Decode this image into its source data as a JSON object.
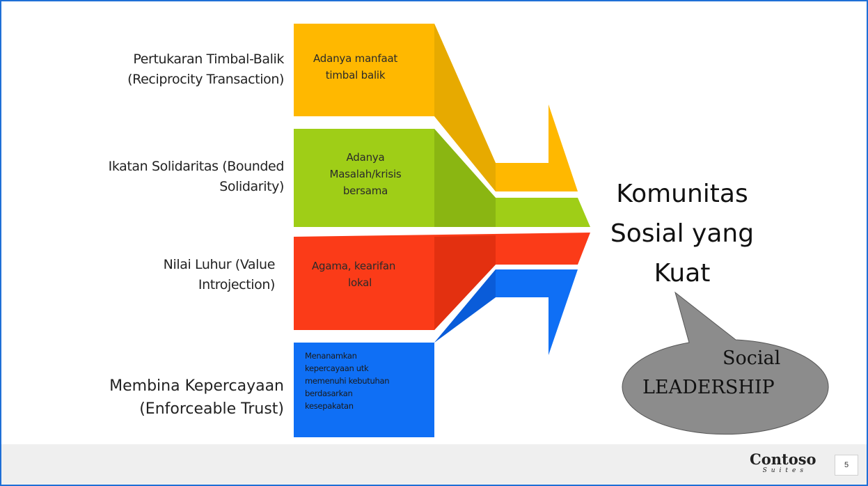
{
  "rows": [
    {
      "label_lines": [
        "Pertukaran Timbal-Balik",
        "(Reciprocity Transaction)"
      ],
      "box_lines": [
        "Adanya manfaat",
        "timbal balik"
      ],
      "color": "#ffb800",
      "shade": "#e4a800"
    },
    {
      "label_lines": [
        "Ikatan Solidaritas (Bounded",
        "Solidarity)"
      ],
      "box_lines": [
        "Adanya",
        "Masalah/krisis",
        "bersama"
      ],
      "color": "#9fce17",
      "shade": "#87b412"
    },
    {
      "label_lines": [
        "Nilai Luhur (Value",
        "Introjection)"
      ],
      "box_lines": [
        "Agama, kearifan",
        "lokal"
      ],
      "color": "#fb3b18",
      "shade": "#e03010"
    },
    {
      "label_lines": [
        "Membina Kepercayaan",
        "(Enforceable Trust)"
      ],
      "box_lines": [
        "Menanamkan",
        "kepercayaan  utk",
        "memenuhi kebutuhan",
        "berdasarkan",
        "kesepakatan"
      ],
      "color": "#0f6ff5",
      "shade": "#0a5ad6"
    }
  ],
  "result_lines": [
    "Komunitas",
    "Sosial yang",
    "Kuat"
  ],
  "bubble": {
    "line1": "Social",
    "line2": "LEADERSHIP",
    "fill": "#8c8c8c"
  },
  "footer": {
    "logo_name": "Contoso",
    "logo_sub": "Suites",
    "page_number": "5"
  },
  "colors": {
    "frame_border": "#1f6fd6",
    "footer_bg": "#efefef"
  }
}
